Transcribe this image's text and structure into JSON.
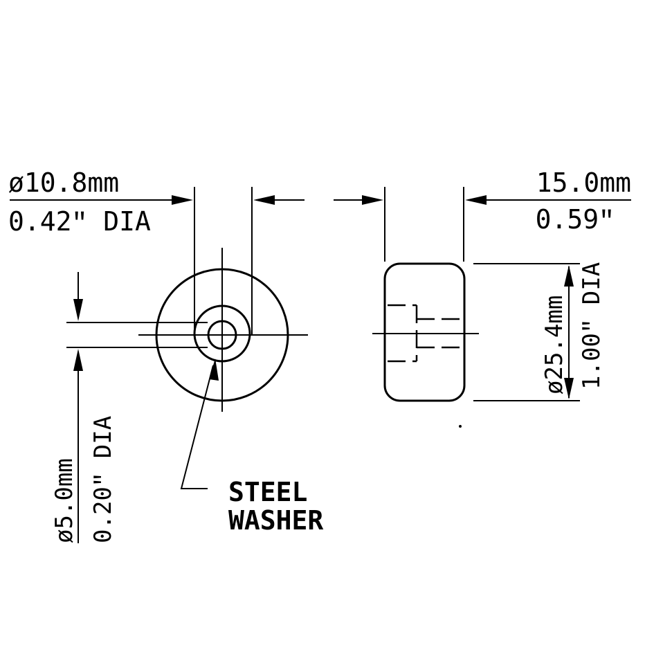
{
  "front_view": {
    "outer_dia_label_mm": "ø10.8mm",
    "outer_dia_label_in": "0.42ʺ  DIA",
    "bore_dia_label_mm": "ø5.0mm",
    "bore_dia_label_in": "0.20ʺ  DIA",
    "washer_label_line1": "STEEL",
    "washer_label_line2": "WASHER"
  },
  "side_view": {
    "length_label_mm": "15.0mm",
    "length_label_in": "0.59ʺ",
    "height_label_mm": "ø25.4mm",
    "height_label_in": "1.00ʺ DIA"
  }
}
